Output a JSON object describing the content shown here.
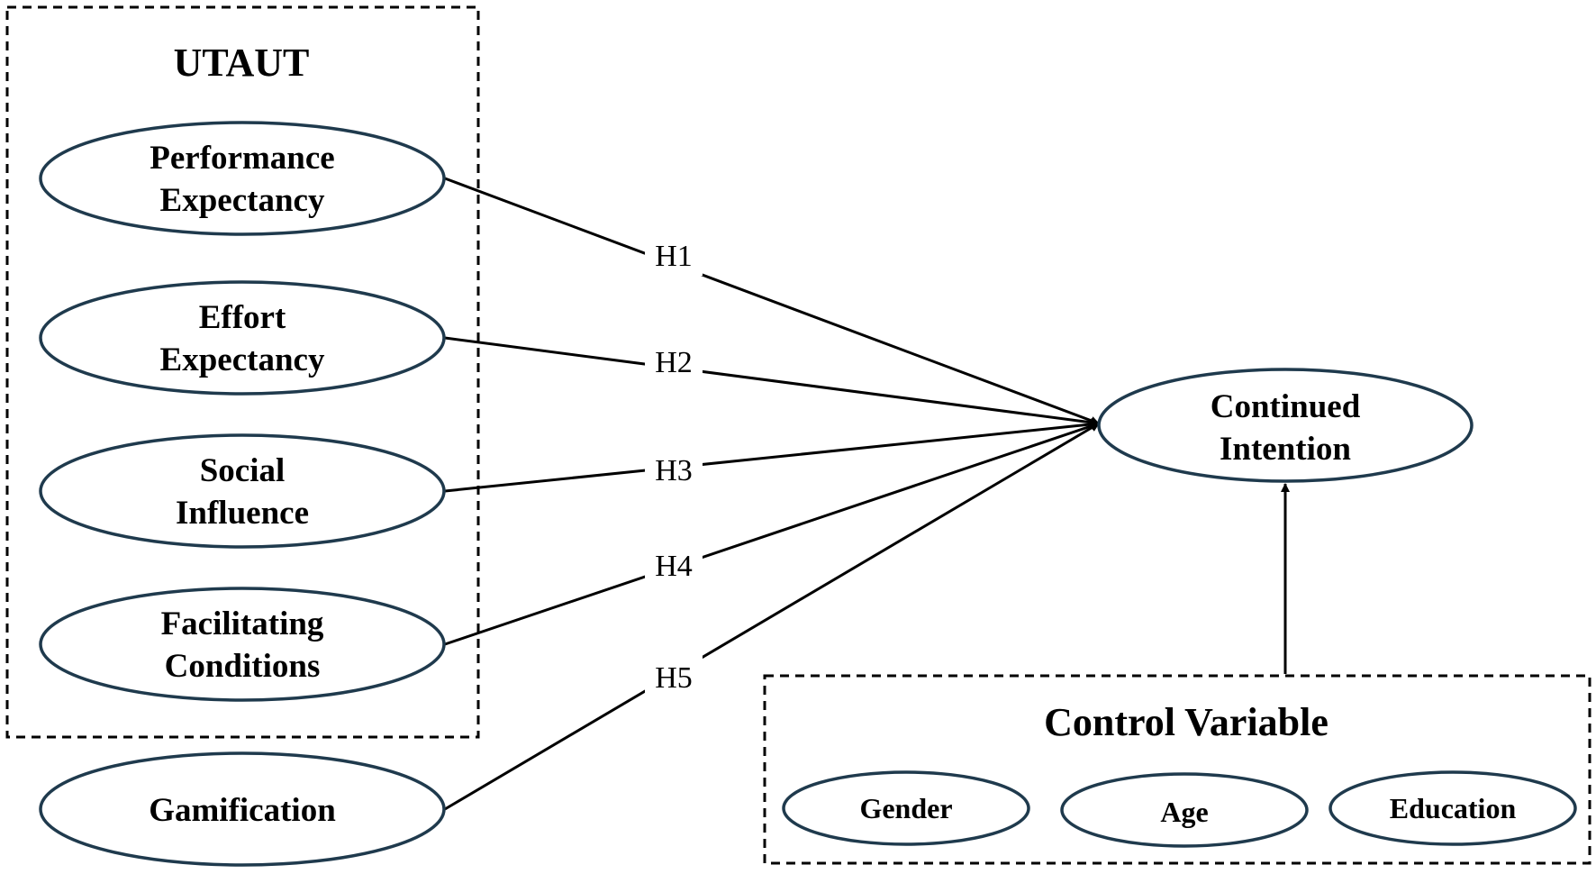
{
  "utaut_box": {
    "title": "UTAUT"
  },
  "constructs": {
    "performance_expectancy": {
      "line1": "Performance",
      "line2": "Expectancy"
    },
    "effort_expectancy": {
      "line1": "Effort",
      "line2": "Expectancy"
    },
    "social_influence": {
      "line1": "Social",
      "line2": "Influence"
    },
    "facilitating_conditions": {
      "line1": "Facilitating",
      "line2": "Conditions"
    },
    "gamification": {
      "label": "Gamification"
    },
    "continued_intention": {
      "line1": "Continued",
      "line2": "Intention"
    }
  },
  "hypotheses": [
    "H1",
    "H2",
    "H3",
    "H4",
    "H5"
  ],
  "control_box": {
    "title": "Control Variable",
    "items": [
      "Gender",
      "Age",
      "Education"
    ]
  },
  "colors": {
    "ellipse_stroke": "#1f3a4d",
    "line": "#000000"
  }
}
